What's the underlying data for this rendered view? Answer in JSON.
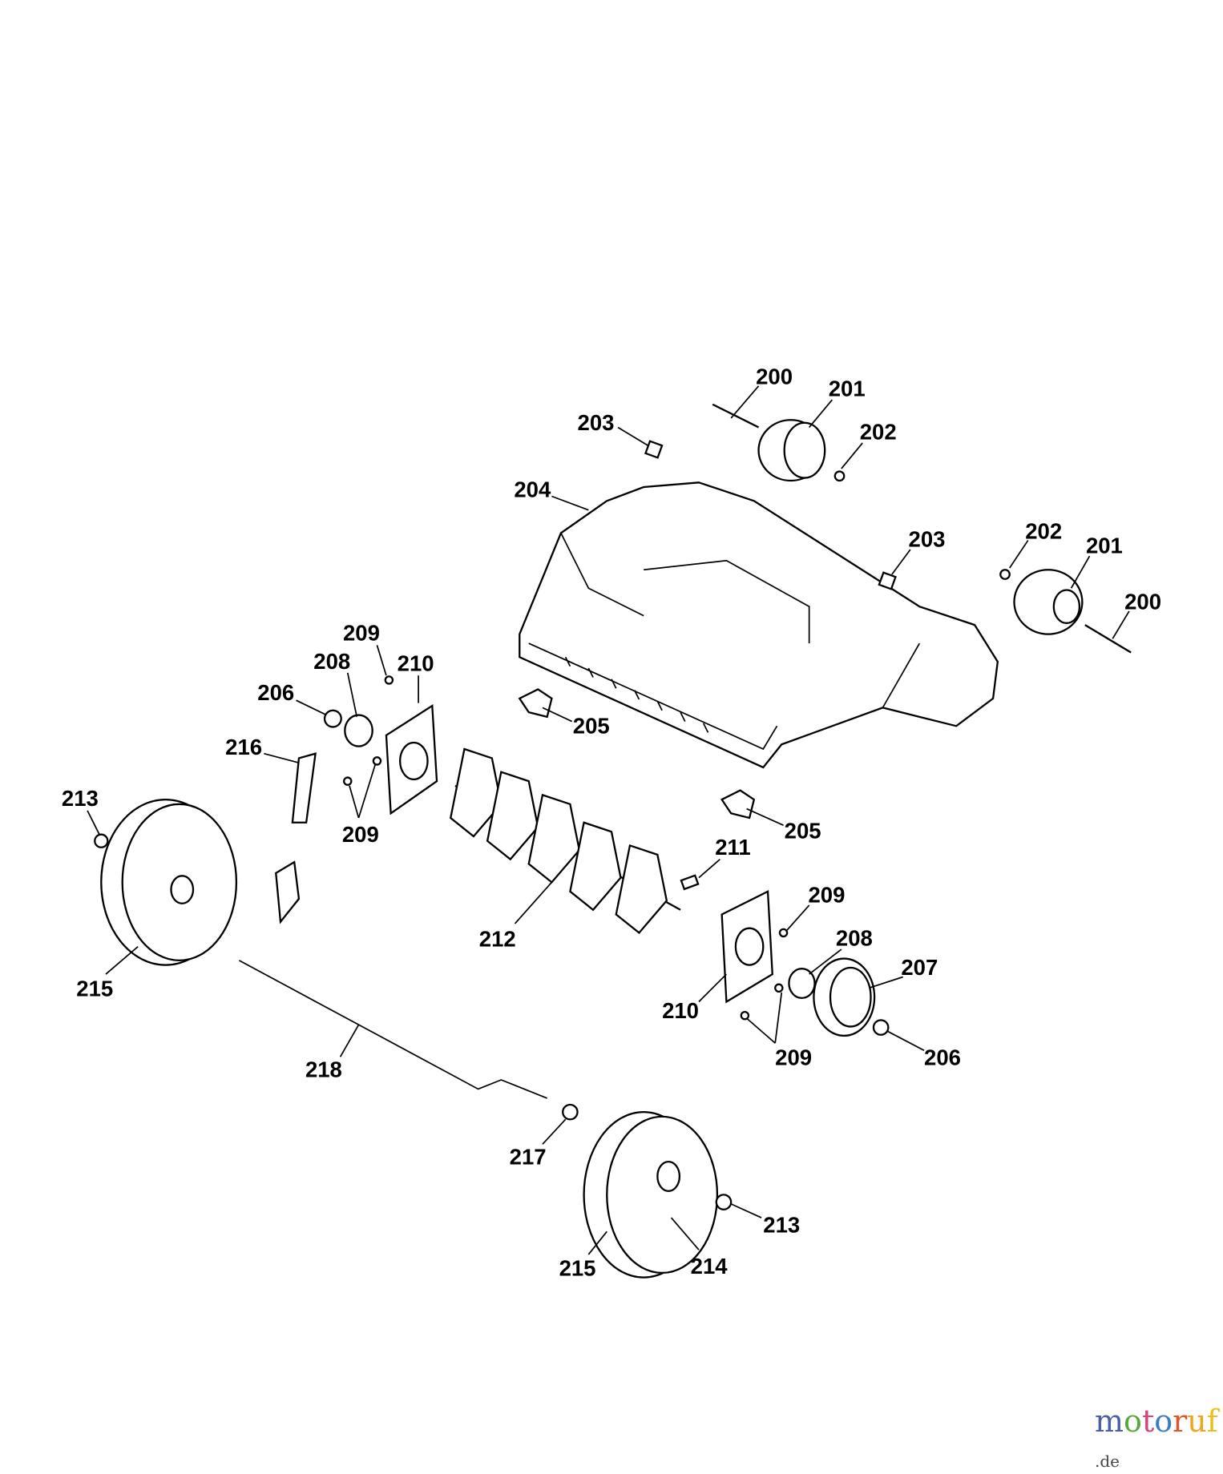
{
  "diagram": {
    "callouts": [
      "200",
      "201",
      "202",
      "203",
      "204",
      "203",
      "202",
      "201",
      "200",
      "209",
      "208",
      "210",
      "206",
      "216",
      "205",
      "213",
      "209",
      "205",
      "211",
      "209",
      "208",
      "207",
      "212",
      "215",
      "210",
      "209",
      "206",
      "218",
      "217",
      "213",
      "215",
      "214"
    ]
  },
  "watermark": {
    "letters": [
      "m",
      "o",
      "t",
      "o",
      "r",
      "u",
      "f"
    ],
    "colors": [
      "#4a5fa8",
      "#59a83c",
      "#d8417a",
      "#3a7fc2",
      "#e0552a",
      "#f2a51c",
      "#e8c11c"
    ],
    "suffix": ".de"
  }
}
